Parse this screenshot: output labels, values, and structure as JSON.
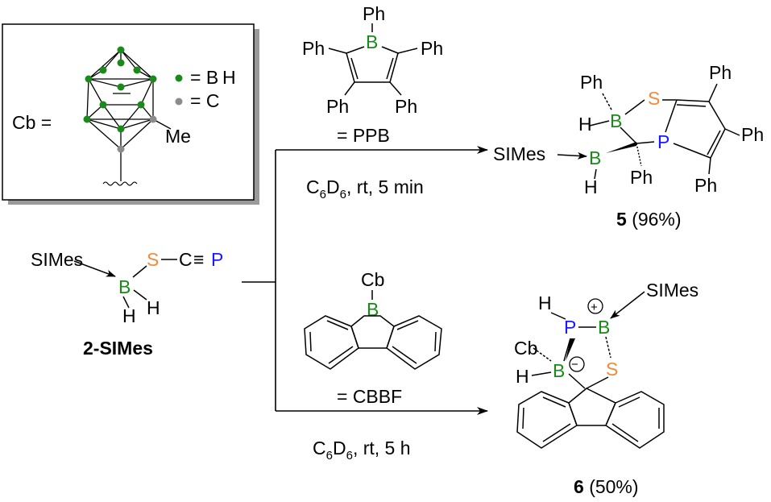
{
  "legend_box": {
    "cb_label": "Cb =",
    "bh_label": "= B",
    "bh_h": "H",
    "c_label": "= C",
    "me_label": "Me",
    "bh_dot_color": "#1a8a1a",
    "c_dot_color": "#8c8c8c"
  },
  "reagent_top": {
    "ph_top": "Ph",
    "b": "B",
    "ph_left": "Ph",
    "ph_right": "Ph",
    "ph_bl": "Ph",
    "ph_br": "Ph",
    "name": "= PPB",
    "cond_c": "C",
    "cond_6a": "6",
    "cond_d": "D",
    "cond_6b": "6",
    "cond_rest": ", rt, 5 min"
  },
  "reagent_bottom": {
    "cb": "Cb",
    "b": "B",
    "name": "= CBBF",
    "cond_c": "C",
    "cond_6a": "6",
    "cond_d": "D",
    "cond_6b": "6",
    "cond_rest": ", rt, 5 h"
  },
  "starting_material": {
    "simes": "SIMes",
    "b": "B",
    "s": "S",
    "c": "C",
    "triple": "≡",
    "p": "P",
    "h1": "H",
    "h2": "H",
    "label": "2-SIMes"
  },
  "product5": {
    "ph1": "Ph",
    "s": "S",
    "ph2": "Ph",
    "b1": "B",
    "h1": "H",
    "p": "P",
    "ph3": "Ph",
    "simes": "SIMes",
    "b2": "B",
    "ph4": "Ph",
    "ph5": "Ph",
    "h2": "H",
    "num": "5",
    "yield": "(96%)"
  },
  "product6": {
    "h": "H",
    "plus": "+",
    "simes": "SIMes",
    "p": "P",
    "b1": "B",
    "cb": "Cb",
    "b2": "B",
    "minus": "−",
    "s": "S",
    "h2": "H",
    "num": "6",
    "yield": "(50%)"
  },
  "colors": {
    "boron": "#1a8a1a",
    "sulfur": "#f08a3c",
    "phosphorus": "#1a1aff"
  }
}
